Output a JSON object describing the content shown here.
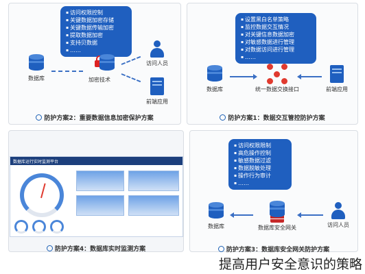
{
  "scheme2": {
    "caption": "防护方案2：重要数据信息加密保护方案",
    "bullets": [
      "访问权限控制",
      "关键数据加密存储",
      "关键数据传输加密",
      "提取数据加密",
      "支持贝数据",
      "……"
    ],
    "nodes": {
      "database": "数据库",
      "encrypt": "加密技术",
      "visitor": "访问人员",
      "app": "前端应用"
    }
  },
  "scheme1": {
    "caption": "防护方案1：数据交互管控防护方案",
    "bullets": [
      "设置黑白名单策略",
      "监控数据交互情况",
      "对关键信息数据加密",
      "对敏感数据进行管理",
      "对数据访问进行管理",
      "……"
    ],
    "nodes": {
      "database": "数据库",
      "hub": "统一数据交换接口",
      "app": "前端应用"
    }
  },
  "scheme4": {
    "caption": "防护方案4：数据库实时监测方案",
    "dashboard_title": "数据库运行实时监测平台"
  },
  "scheme3": {
    "caption": "防护方案3：数据库安全网关防护方案",
    "bullets": [
      "访问权限限制",
      "高危操作控制",
      "敏感数据过滤",
      "数据脱敏处理",
      "操作行为审计",
      "……"
    ],
    "nodes": {
      "database": "数据库",
      "gateway": "数据库安全网关",
      "visitor": "访问人员"
    }
  },
  "title": "提高用户安全意识的策略"
}
